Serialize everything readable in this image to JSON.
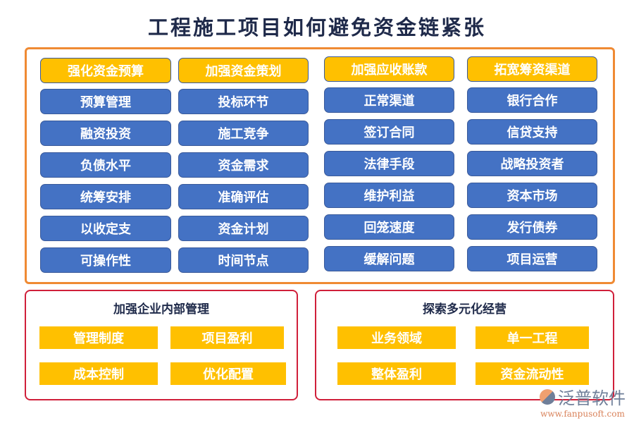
{
  "title": "工程施工项目如何避免资金链紧张",
  "columns": [
    {
      "header": "强化资金预算",
      "items": [
        "预算管理",
        "融资投资",
        "负债水平",
        "统筹安排",
        "以收定支",
        "可操作性"
      ]
    },
    {
      "header": "加强资金策划",
      "items": [
        "投标环节",
        "施工竞争",
        "资金需求",
        "准确评估",
        "资金计划",
        "时间节点"
      ]
    },
    {
      "header": "加强应收账款",
      "items": [
        "正常渠道",
        "签订合同",
        "法律手段",
        "维护利益",
        "回笼速度",
        "缓解问题"
      ]
    },
    {
      "header": "拓宽筹资渠道",
      "items": [
        "银行合作",
        "信贷支持",
        "战略投资者",
        "资本市场",
        "发行债券",
        "项目运营"
      ]
    }
  ],
  "bottom_left": {
    "title": "加强企业内部管理",
    "items": [
      "管理制度",
      "项目盈利",
      "成本控制",
      "优化配置"
    ]
  },
  "bottom_right": {
    "title": "探索多元化经营",
    "items": [
      "业务领域",
      "单一工程",
      "整体盈利",
      "资金流动性"
    ]
  },
  "watermark": {
    "brand": "泛普软件",
    "url": "www.fanpusoft.com"
  },
  "colors": {
    "header": "#ffc000",
    "item": "#4472c4",
    "outer_frame": "#ef8a33",
    "section_frame": "#d01f3a"
  }
}
